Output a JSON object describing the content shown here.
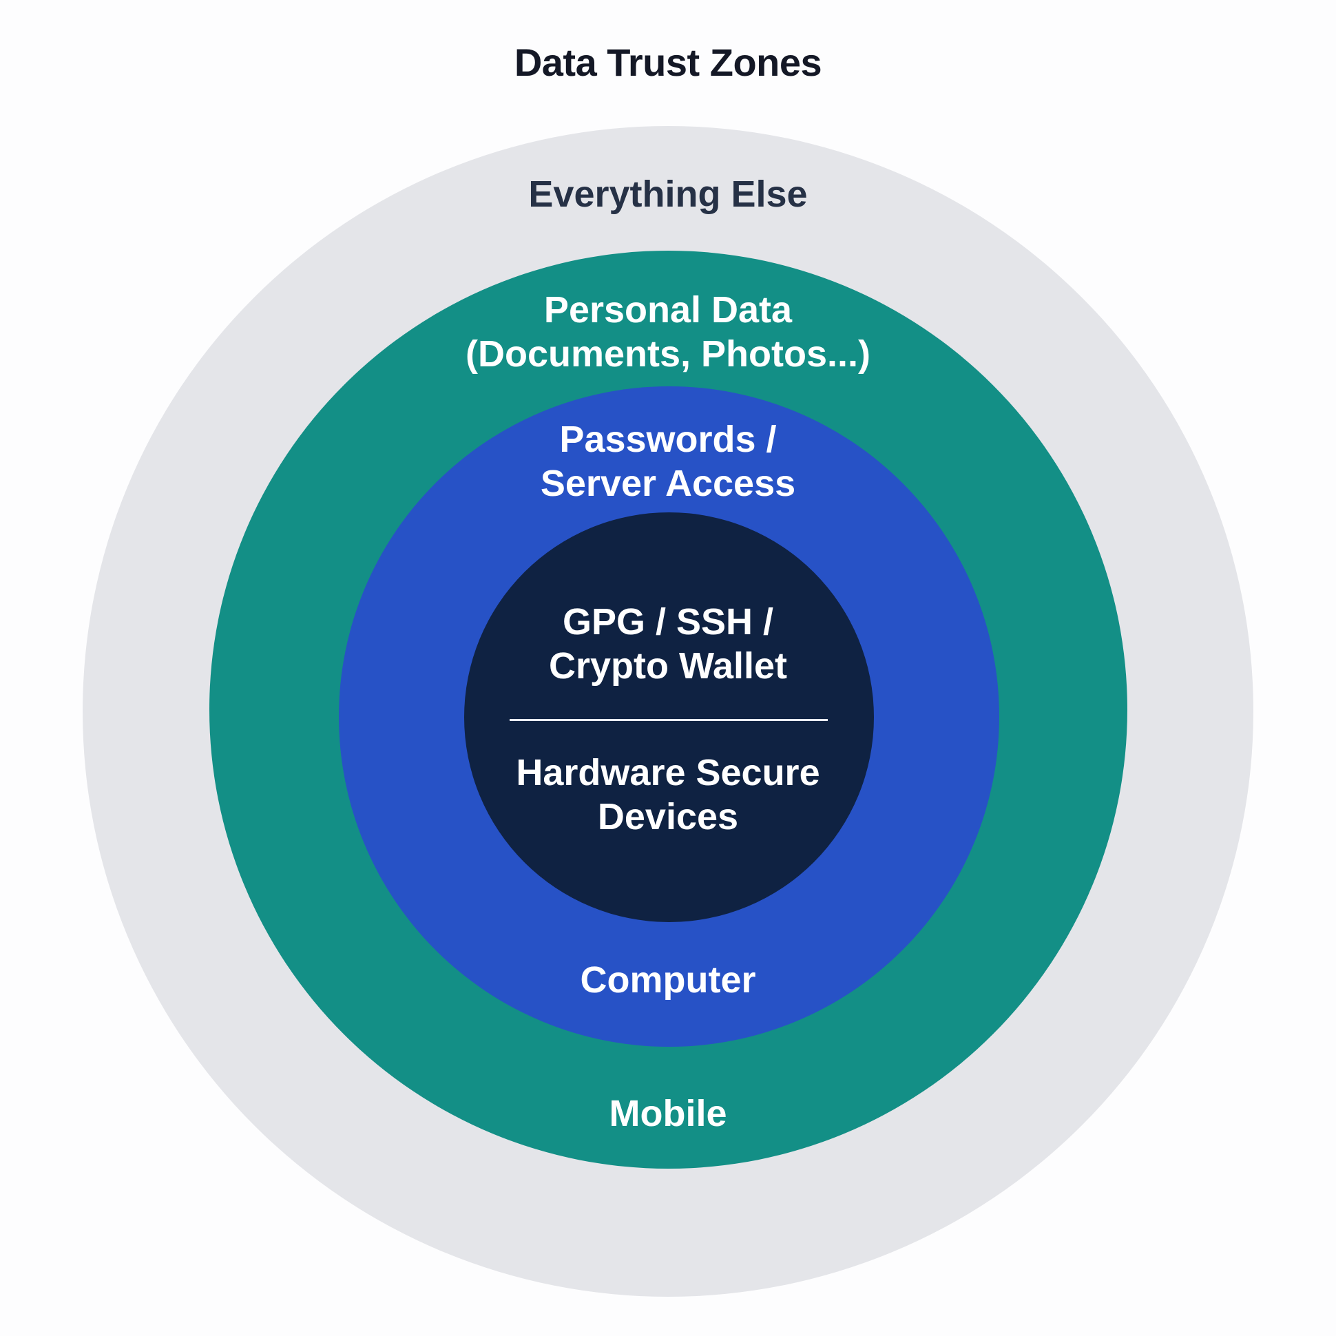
{
  "title": "Data Trust Zones",
  "zones": {
    "outer": {
      "label": "Everything Else",
      "color": "#e4e5e9"
    },
    "middle": {
      "label_top": "Personal Data\n(Documents, Photos...)",
      "label_bottom": "Mobile",
      "color": "#138f86"
    },
    "inner": {
      "label_top": "Passwords /\nServer Access",
      "label_bottom": "Computer",
      "color": "#2752c6"
    },
    "core": {
      "label_top": "GPG / SSH /\nCrypto Wallet",
      "label_bottom": "Hardware Secure\nDevices",
      "color": "#0f2242"
    }
  }
}
